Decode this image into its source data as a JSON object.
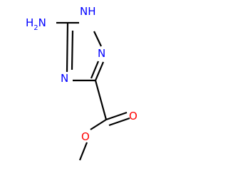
{
  "molecule": {
    "labels": {
      "amine_h": "H",
      "amine_subscript": "2",
      "amine_n": "N",
      "ring_nh": "NH",
      "ring_n2": "N",
      "ring_n4": "N",
      "carbonyl_o": "O",
      "ester_o": "O"
    },
    "colors": {
      "bond": "#000000",
      "nitrogen": "#0000ff",
      "oxygen": "#ff0000"
    }
  }
}
